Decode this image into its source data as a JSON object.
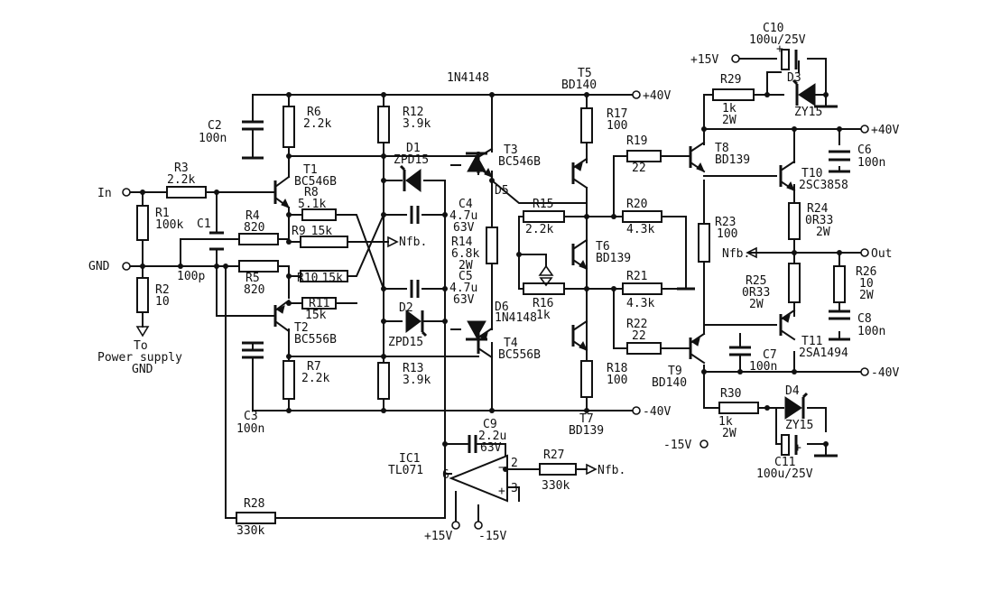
{
  "labels": {
    "in": "In",
    "gnd": "GND",
    "to": "To",
    "ps": "Power supply",
    "psgnd": "GND",
    "nfb_a": "Nfb.",
    "nfb_b": "Nfb.",
    "nfb_c": "Nfb.",
    "out": "Out",
    "p40_a": "+40V",
    "m40_a": "-40V",
    "p15_a": "+15V",
    "p40_b": "+40V",
    "m40_b": "-40V",
    "m15_a": "-15V",
    "p15_b": "+15V",
    "m15_b": "-15V",
    "d1n": "1N4148",
    "d6n": "1N4148"
  },
  "components": {
    "R1": [
      "R1",
      "100k"
    ],
    "R2": [
      "R2",
      "10"
    ],
    "R3": [
      "R3",
      "2.2k"
    ],
    "R4": [
      "R4",
      "820"
    ],
    "R5": [
      "R5",
      "820"
    ],
    "R6": [
      "R6",
      "2.2k"
    ],
    "R7": [
      "R7",
      "2.2k"
    ],
    "R8": [
      "R8",
      "5.1k"
    ],
    "R9": [
      "R9",
      "15k"
    ],
    "R10": [
      "R10",
      "15k"
    ],
    "R11": [
      "R11",
      "15k"
    ],
    "R12": [
      "R12",
      "3.9k"
    ],
    "R13": [
      "R13",
      "3.9k"
    ],
    "R14": [
      "R14",
      "6.8k",
      "2W"
    ],
    "R15": [
      "R15",
      "2.2k"
    ],
    "R16": [
      "R16",
      "1k"
    ],
    "R17": [
      "R17",
      "100"
    ],
    "R18": [
      "R18",
      "100"
    ],
    "R19": [
      "R19",
      "22"
    ],
    "R20": [
      "R20",
      "4.3k"
    ],
    "R21": [
      "R21",
      "4.3k"
    ],
    "R22": [
      "R22",
      "22"
    ],
    "R23": [
      "R23",
      "100"
    ],
    "R24": [
      "R24",
      "0R33",
      "2W"
    ],
    "R25": [
      "R25",
      "0R33",
      "2W"
    ],
    "R26": [
      "R26",
      "10",
      "2W"
    ],
    "R27": [
      "R27",
      "330k"
    ],
    "R28": [
      "R28",
      "330k"
    ],
    "R29": [
      "R29",
      "1k",
      "2W"
    ],
    "R30": [
      "R30",
      "1k",
      "2W"
    ],
    "C1": [
      "C1",
      "100p"
    ],
    "C2": [
      "C2",
      "100n"
    ],
    "C3": [
      "C3",
      "100n"
    ],
    "C4": [
      "C4",
      "4.7u",
      "63V"
    ],
    "C5": [
      "C5",
      "4.7u",
      "63V"
    ],
    "C6": [
      "C6",
      "100n"
    ],
    "C7": [
      "C7",
      "100n"
    ],
    "C8": [
      "C8",
      "100n"
    ],
    "C9": [
      "C9",
      "2.2u",
      "63V"
    ],
    "C10": [
      "C10",
      "100u/25V"
    ],
    "C11": [
      "C11",
      "100u/25V"
    ],
    "T1": [
      "T1",
      "BC546B"
    ],
    "T2": [
      "T2",
      "BC556B"
    ],
    "T3": [
      "T3",
      "BC546B"
    ],
    "T4": [
      "T4",
      "BC556B"
    ],
    "T5": [
      "T5",
      "BD140"
    ],
    "T6": [
      "T6",
      "BD139"
    ],
    "T7": [
      "T7",
      "BD139"
    ],
    "T8": [
      "T8",
      "BD139"
    ],
    "T9": [
      "T9",
      "BD140"
    ],
    "T10": [
      "T10",
      "2SC3858"
    ],
    "T11": [
      "T11",
      "2SA1494"
    ],
    "D1": [
      "D1",
      "ZPD15"
    ],
    "D2": [
      "D2",
      "ZPD15"
    ],
    "D3": [
      "D3",
      "ZY15"
    ],
    "D4": [
      "D4",
      "ZY15"
    ],
    "D5": [
      "D5"
    ],
    "D6": [
      "D6"
    ],
    "IC1": [
      "IC1",
      "TL071"
    ]
  },
  "pins": {
    "p2": "2",
    "p3": "3",
    "p6": "6"
  }
}
